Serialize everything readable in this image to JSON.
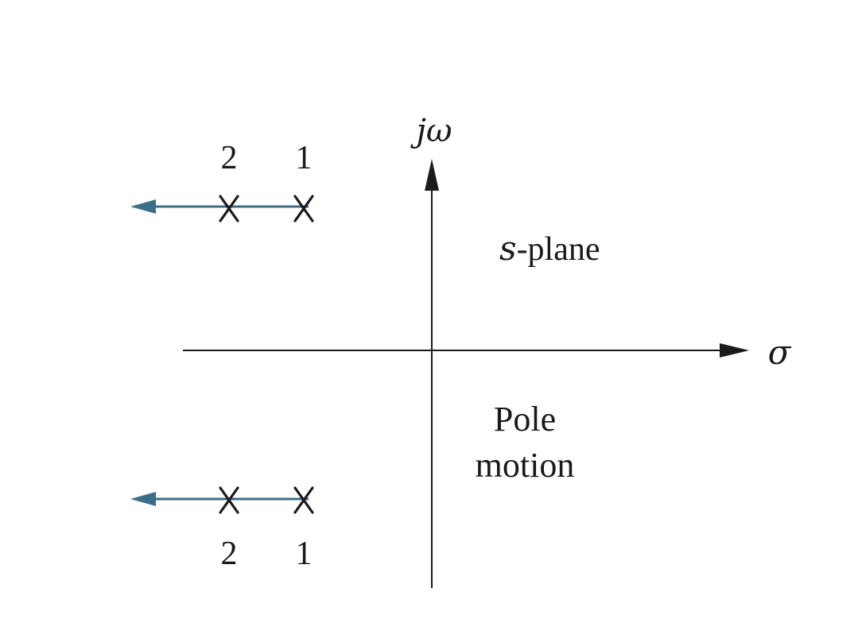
{
  "axes": {
    "vertical_label": "jω",
    "horizontal_label": "σ"
  },
  "region_label_italic": "s",
  "region_label_rest": "-plane",
  "motion_label_line1": "Pole",
  "motion_label_line2": "motion",
  "upper_poles": [
    {
      "label": "2"
    },
    {
      "label": "1"
    }
  ],
  "lower_poles": [
    {
      "label": "2"
    },
    {
      "label": "1"
    }
  ],
  "colors": {
    "motion_arrow": "#3b6e87",
    "axis": "#1a1a1a",
    "background": "#ffffff"
  },
  "icons": {
    "pole_marker": "x-mark-icon",
    "motion_arrow": "left-arrow-icon",
    "axis_arrow": "arrowhead-icon"
  }
}
